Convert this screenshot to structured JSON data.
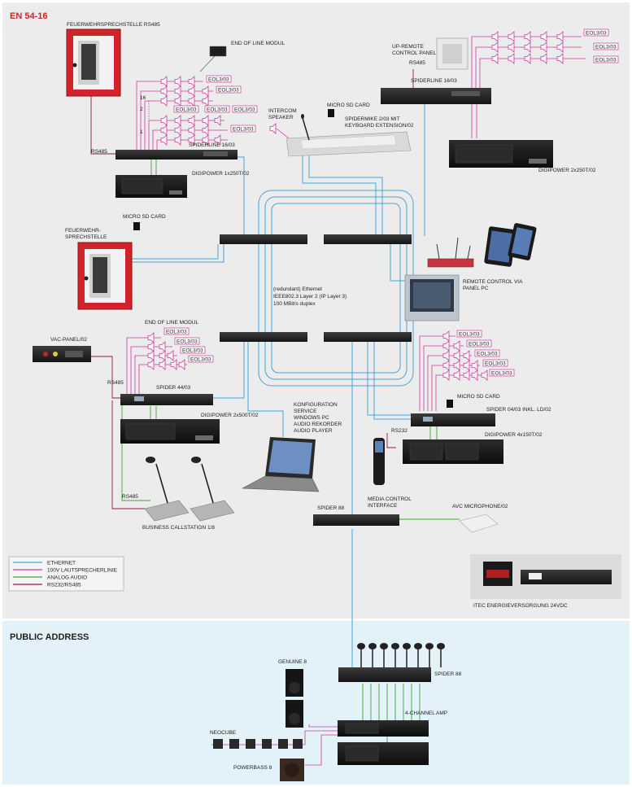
{
  "sections": {
    "en54": "EN 54-16",
    "public_address": "PUBLIC ADDRESS"
  },
  "colors": {
    "ethernet": "#4aa3d6",
    "speaker_line": "#d0379b",
    "analog_audio": "#3fa535",
    "rs485": "#8a1f3d",
    "accent_red": "#d2232a",
    "top_bg": "#ececec",
    "bottom_bg": "#e3f1f9"
  },
  "labels": {
    "feuerwehr_rs485": "FEUERWEHRSPRECHSTELLE RS485",
    "end_of_line_1": "END OF LINE MODUL",
    "rs485_a": "RS485",
    "spiderline_left": "SPIDERLINE 16/03",
    "digipower_1x250": "DIGIPOWER 1x250T/02",
    "line16": "16",
    "line2": "2",
    "line1": "1",
    "intercom": "INTERCOM",
    "speaker": "SPEAKER",
    "micro_sd_1": "MICRO SD CARD",
    "spidermike_1": "SPIDERMIKE 2/03 MIT",
    "spidermike_2": "KEYBOARD EXTENSION/02",
    "up_remote_1": "UP-REMOTE",
    "up_remote_2": "CONTROL PANEL",
    "rs485_b": "RS485",
    "spiderline_right": "SPIDERLINE 16/03",
    "digipower_2x250": "DIGIPOWER 2x250T/02",
    "micro_sd_2": "MICRO SD CARD",
    "feuerwehr_1": "FEUERWEHR-",
    "feuerwehr_2": "SPRECHSTELLE",
    "ethernet_1": "(redundant) Ethernet",
    "ethernet_2": "IEEE802.3 Layer 2 (IP Layer 3)",
    "ethernet_3": "100 MBit/s duplex",
    "remote_1": "REMOTE CONTROL VIA",
    "remote_2": "PANEL PC",
    "end_of_line_2": "END OF LINE MODUL",
    "vac_panel": "VAC-PANEL/02",
    "rs485_c": "RS485",
    "spider_44": "SPIDER 44/03",
    "digipower_2x500": "DIGIPOWER 2x500T/02",
    "konfig_1": "KONFIGURATION",
    "konfig_2": "SERVICE",
    "konfig_3": "WINDOWS PC",
    "konfig_4": "AUDIO REKORDER",
    "konfig_5": "AUDIO PLAYER",
    "micro_sd_3": "MICRO SD CARD",
    "spider_04": "SPIDER 04/03 INKL. LD/02",
    "rs232": "RS232",
    "digipower_4x150": "DIGIPOWER 4x150T/02",
    "rs485_d": "RS485",
    "business_callstation": "BUSINESS CALLSTATION 1/8",
    "media_1": "MEDIA CONTROL",
    "media_2": "INTERFACE",
    "spider_88_top": "SPIDER 88",
    "avc_mic": "AVC MICROPHONE/02",
    "energy": "ITEC ENERGIEVERSORGUNG 24VDC",
    "genuine": "GENUINE 8",
    "spider_88_bottom": "SPIDER 88",
    "four_channel": "4-CHANNEL AMP",
    "neocube": "NEOCUBE",
    "powerbass": "POWERBASS 8"
  },
  "eol": {
    "top_left": [
      "EOL3/03",
      "EOL3/03",
      "EOL3/03",
      "EOL3/03",
      "EOL3/03",
      "EOL3/03"
    ],
    "top_right": [
      "EOL3/03",
      "EOL3/03",
      "EOL3/03"
    ],
    "mid_left": [
      "EOL3/03",
      "EOL3/03",
      "EOL3/03",
      "EOL3/03"
    ],
    "mid_right": [
      "EOL3/03",
      "EOL3/03",
      "EOL3/03",
      "EOL3/03",
      "EOL3/03"
    ]
  },
  "legend": [
    {
      "label": "ETHERNET",
      "color": "#4aa3d6"
    },
    {
      "label": "100V LAUTSPRECHERLINIE",
      "color": "#d0379b"
    },
    {
      "label": "ANALOG AUDIO",
      "color": "#3fa535"
    },
    {
      "label": "RS232/RS485",
      "color": "#8a1f3d"
    }
  ]
}
